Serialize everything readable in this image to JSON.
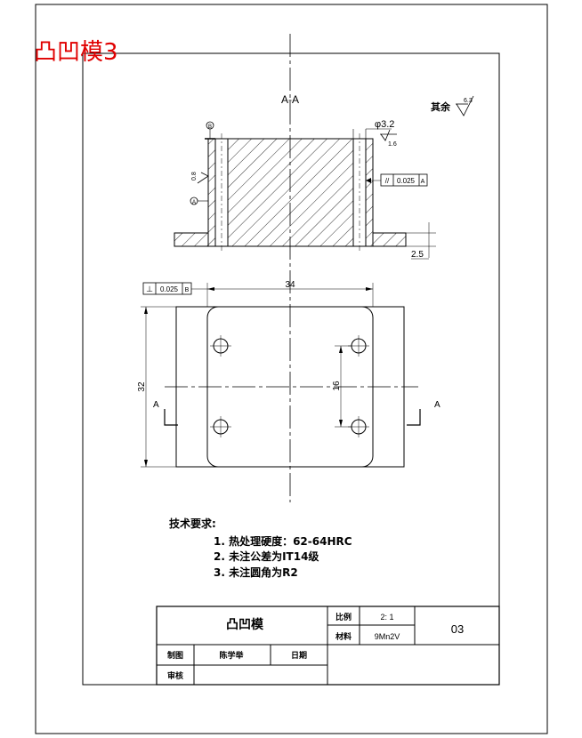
{
  "banner": {
    "text": "凸凹模3",
    "color": "#e00000"
  },
  "section_label": "A-A",
  "roughness": {
    "rest_label": "其余",
    "rest_value": "6.3",
    "bore_dia": "φ3.2",
    "bore_value": "1.6",
    "side_value": "0.8",
    "datum_top": "B",
    "datum_side": "A"
  },
  "tolerances": {
    "parallel_symbol": "//",
    "parallel_value": "0.025",
    "parallel_datum": "A",
    "perp_symbol": "⊥",
    "perp_value": "0.025",
    "perp_datum": "B"
  },
  "dimensions": {
    "width": "34",
    "height": "32",
    "hole_spacing": "16",
    "flange": "2.5",
    "section_mark_left": "A",
    "section_mark_right": "A"
  },
  "tech_requirements": {
    "title": "技术要求:",
    "items": [
      "1.  热处理硬度：62-64HRC",
      "2.  未注公差为IT14级",
      "3.  未注圆角为R2"
    ]
  },
  "title_block": {
    "part_name": "凸凹模",
    "scale_label": "比例",
    "scale_value": "2: 1",
    "material_label": "材料",
    "material_value": "9Mn2V",
    "drawing_no": "03",
    "drawn_label": "制图",
    "drawn_by": "陈学举",
    "date_label": "日期",
    "review_label": "审核"
  }
}
